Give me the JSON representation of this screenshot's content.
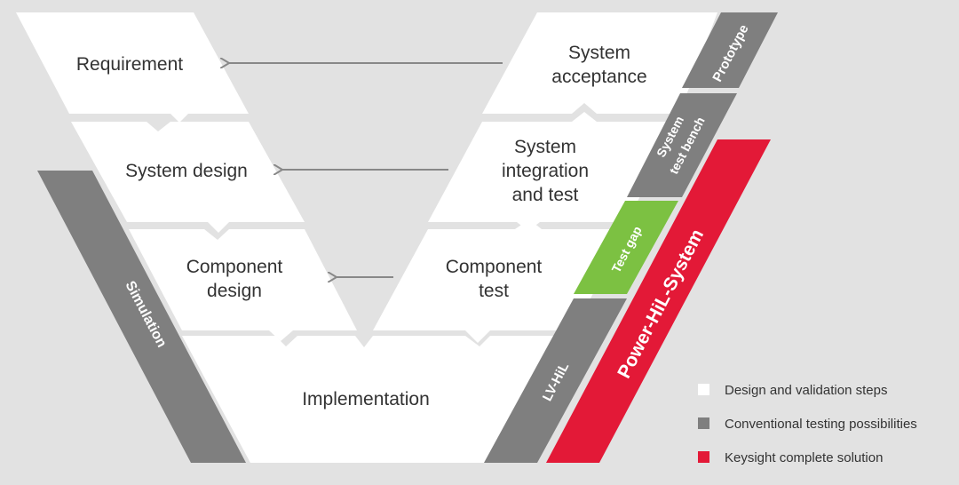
{
  "colors": {
    "background": "#e2e2e2",
    "step": "#ffffff",
    "conventional": "#7f7f7f",
    "keysight": "#e31937",
    "test_gap": "#7cc142",
    "arrow": "#888888",
    "text": "#333333"
  },
  "steps": {
    "requirement": "Requirement",
    "system_design": "System design",
    "component_design_1": "Component",
    "component_design_2": "design",
    "implementation": "Implementation",
    "component_test_1": "Component",
    "component_test_2": "test",
    "system_integration_1": "System",
    "system_integration_2": "integration",
    "system_integration_3": "and test",
    "system_acceptance_1": "System",
    "system_acceptance_2": "acceptance"
  },
  "bands": {
    "simulation": "Simulation",
    "prototype": "Prototype",
    "test_bench_1": "System",
    "test_bench_2": "test bench",
    "test_gap": "Test gap",
    "lv_hil": "LV-HiL",
    "power_hil": "Power-HiL-System"
  },
  "legend": [
    {
      "label": "Design and validation steps",
      "color": "#ffffff"
    },
    {
      "label": "Conventional testing possibilities",
      "color": "#7f7f7f"
    },
    {
      "label": "Keysight complete solution",
      "color": "#e31937"
    }
  ]
}
